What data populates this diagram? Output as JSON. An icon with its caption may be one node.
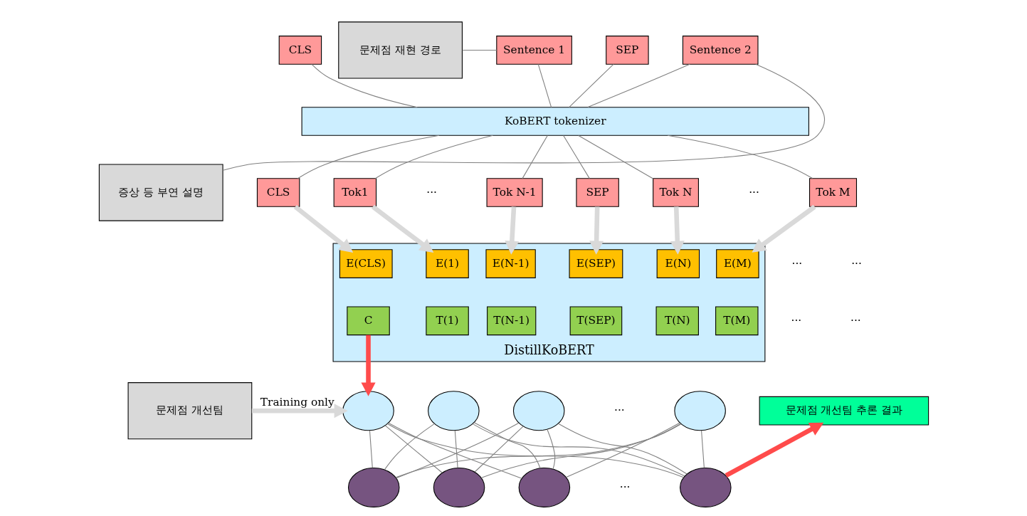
{
  "diagram": {
    "nodes": [
      {
        "text": [
          "문제점 재현 경로"
        ]
      },
      {
        "text": [
          "증상 등 부연 설명"
        ]
      },
      {
        "text": [
          "CLS"
        ]
      },
      {
        "text": [
          "Sentence 1"
        ]
      },
      {
        "text": [
          "SEP"
        ]
      },
      {
        "text": [
          "Sentence 2"
        ]
      },
      {
        "text": [
          "KoBERT tokenizer"
        ]
      },
      {
        "text": [
          "CLS"
        ]
      },
      {
        "text": [
          "Tok1"
        ]
      },
      {
        "text": [
          "Tok N-1"
        ]
      },
      {
        "text": [
          "SEP"
        ]
      },
      {
        "text": [
          "Tok N"
        ]
      },
      {
        "text": [
          "Tok M"
        ]
      },
      {
        "text": [
          "DistillKoBERT"
        ]
      },
      {
        "text": [
          "E(CLS)"
        ],
        "in": 13
      },
      {
        "text": [
          "E(1)"
        ],
        "in": 13
      },
      {
        "text": [
          "E(N-1)"
        ],
        "in": 13
      },
      {
        "text": [
          "E(SEP)"
        ],
        "in": 13
      },
      {
        "text": [
          "E(N)"
        ],
        "in": 13
      },
      {
        "text": [
          "E(M)"
        ],
        "in": 13
      },
      {
        "text": [
          "C"
        ],
        "in": 13
      },
      {
        "text": [
          "T(1)"
        ],
        "in": 13
      },
      {
        "text": [
          "T(N-1)"
        ],
        "in": 13
      },
      {
        "text": [
          "T(SEP)"
        ],
        "in": 13
      },
      {
        "text": [
          "T(N)"
        ],
        "in": 13
      },
      {
        "text": [
          "T(M)"
        ],
        "in": 13
      },
      {
        "text": [],
        "shape": "circle"
      },
      {
        "text": [],
        "shape": "circle"
      },
      {
        "text": [],
        "shape": "circle"
      },
      {
        "text": [],
        "shape": "circle"
      },
      {
        "text": [],
        "shape": "circle"
      },
      {
        "text": [],
        "shape": "circle"
      },
      {
        "text": [],
        "shape": "circle"
      },
      {
        "text": [],
        "shape": "circle"
      },
      {
        "text": [
          "문제점 개선팀"
        ]
      },
      {
        "text": [
          "문제점 개선팀 추론 결과"
        ]
      }
    ],
    "edges": [
      {
        "from": 0,
        "to": 3,
        "arrow": "none"
      },
      {
        "from": 1,
        "to": 5,
        "arrow": "none"
      },
      {
        "from": 2,
        "to": 6,
        "arrow": "none"
      },
      {
        "from": 3,
        "to": 6,
        "arrow": "none"
      },
      {
        "from": 4,
        "to": 6,
        "arrow": "none"
      },
      {
        "from": 5,
        "to": 6,
        "arrow": "none"
      },
      {
        "from": 6,
        "to": 7,
        "arrow": "none"
      },
      {
        "from": 6,
        "to": 8,
        "arrow": "none"
      },
      {
        "from": 6,
        "to": 9,
        "arrow": "none"
      },
      {
        "from": 6,
        "to": 10,
        "arrow": "none"
      },
      {
        "from": 6,
        "to": 11,
        "arrow": "none"
      },
      {
        "from": 6,
        "to": 12,
        "arrow": "none"
      },
      {
        "from": 7,
        "to": 14,
        "arrow": "to",
        "style": "thick",
        "color": "#d9d9d9"
      },
      {
        "from": 8,
        "to": 15,
        "arrow": "to",
        "style": "thick",
        "color": "#d9d9d9"
      },
      {
        "from": 9,
        "to": 16,
        "arrow": "to",
        "style": "thick",
        "color": "#d9d9d9"
      },
      {
        "from": 10,
        "to": 17,
        "arrow": "to",
        "style": "thick",
        "color": "#d9d9d9"
      },
      {
        "from": 11,
        "to": 18,
        "arrow": "to",
        "style": "thick",
        "color": "#d9d9d9"
      },
      {
        "from": 12,
        "to": 19,
        "arrow": "to",
        "style": "thick",
        "color": "#d9d9d9"
      },
      {
        "from": 20,
        "to": 26,
        "arrow": "to",
        "style": "thick",
        "color": "#ff4b4b"
      },
      {
        "from": 34,
        "to": 26,
        "arrow": "to",
        "label": "Training only",
        "style": "thick",
        "color": "#d9d9d9"
      },
      {
        "from": 26,
        "to": 30,
        "arrow": "none"
      },
      {
        "from": 26,
        "to": 31,
        "arrow": "none"
      },
      {
        "from": 26,
        "to": 32,
        "arrow": "none"
      },
      {
        "from": 26,
        "to": 33,
        "arrow": "none"
      },
      {
        "from": 27,
        "to": 30,
        "arrow": "none"
      },
      {
        "from": 27,
        "to": 31,
        "arrow": "none"
      },
      {
        "from": 27,
        "to": 32,
        "arrow": "none"
      },
      {
        "from": 27,
        "to": 33,
        "arrow": "none"
      },
      {
        "from": 28,
        "to": 30,
        "arrow": "none"
      },
      {
        "from": 28,
        "to": 31,
        "arrow": "none"
      },
      {
        "from": 28,
        "to": 32,
        "arrow": "none"
      },
      {
        "from": 28,
        "to": 33,
        "arrow": "none"
      },
      {
        "from": 29,
        "to": 30,
        "arrow": "none"
      },
      {
        "from": 29,
        "to": 31,
        "arrow": "none"
      },
      {
        "from": 29,
        "to": 32,
        "arrow": "none"
      },
      {
        "from": 29,
        "to": 33,
        "arrow": "none"
      },
      {
        "from": 33,
        "to": 35,
        "arrow": "to",
        "style": "thick",
        "color": "#ff4b4b"
      }
    ],
    "labels": [
      "···",
      "···",
      "···",
      "···",
      "···",
      "···",
      "···",
      "···"
    ]
  }
}
